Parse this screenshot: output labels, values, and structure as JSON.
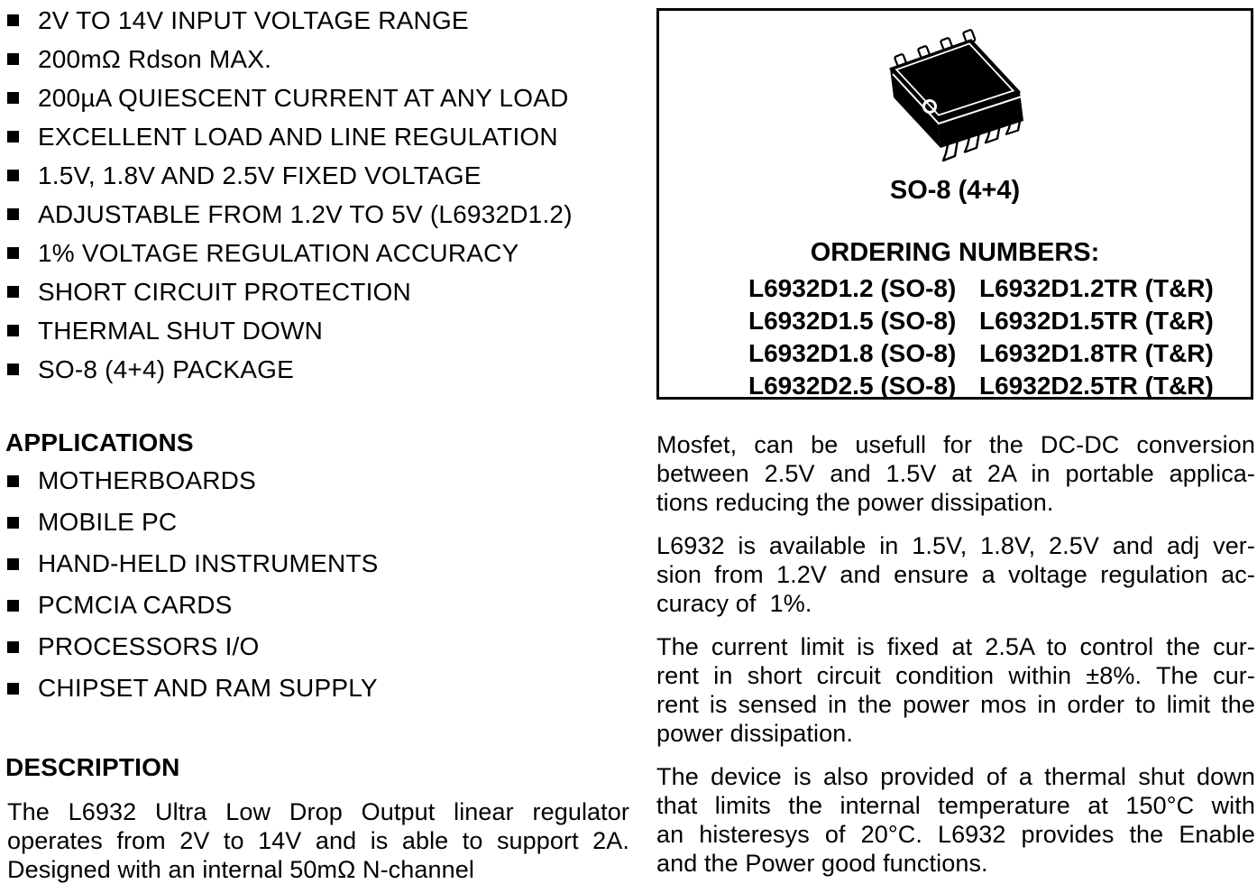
{
  "features": {
    "items": [
      "2V TO 14V INPUT VOLTAGE RANGE",
      "200mΩ Rdson MAX.",
      "200µA QUIESCENT CURRENT AT ANY LOAD",
      "EXCELLENT LOAD AND LINE REGULATION",
      "1.5V, 1.8V AND 2.5V FIXED VOLTAGE",
      "ADJUSTABLE FROM 1.2V TO 5V (L6932D1.2)",
      "1% VOLTAGE REGULATION ACCURACY",
      "SHORT CIRCUIT PROTECTION",
      "THERMAL SHUT DOWN",
      "SO-8 (4+4) PACKAGE"
    ]
  },
  "applications": {
    "heading": "APPLICATIONS",
    "items": [
      "MOTHERBOARDS",
      "MOBILE PC",
      "HAND-HELD INSTRUMENTS",
      "PCMCIA CARDS",
      "PROCESSORS I/O",
      "CHIPSET AND RAM SUPPLY"
    ]
  },
  "description": {
    "heading": "DESCRIPTION",
    "lines": [
      "The L6932 Ultra Low Drop Output linear regulator",
      "operates from 2V to 14V and is able to support 2A.",
      "Designed with an internal 50mΩ N-channel"
    ]
  },
  "package_box": {
    "package_label": "SO-8 (4+4)",
    "ordering_title": "ORDERING NUMBERS:",
    "rows": [
      {
        "left": "L6932D1.2 (SO-8)",
        "right": "L6932D1.2TR (T&R)"
      },
      {
        "left": "L6932D1.5 (SO-8)",
        "right": "L6932D1.5TR (T&R)"
      },
      {
        "left": "L6932D1.8 (SO-8)",
        "right": "L6932D1.8TR (T&R)"
      },
      {
        "left": "L6932D2.5 (SO-8)",
        "right": "L6932D2.5TR (T&R)"
      }
    ]
  },
  "body_text": {
    "paragraphs": [
      {
        "lines": [
          "Mosfet, can be usefull for the DC-DC conversion",
          "between 2.5V and 1.5V at 2A in portable applica-",
          "tions reducing the power dissipation."
        ]
      },
      {
        "lines": [
          "L6932 is available in 1.5V, 1.8V, 2.5V and adj ver-",
          "sion from 1.2V and ensure a voltage regulation ac-",
          "curacy of  1%."
        ]
      },
      {
        "lines": [
          "The current limit is fixed at 2.5A to control the cur-",
          "rent in short circuit condition within ±8%. The cur-",
          "rent is sensed in the power mos in order to limit the",
          "power dissipation."
        ]
      },
      {
        "lines": [
          "The device is also provided of a thermal shut down",
          "that limits the internal temperature at 150°C with",
          "an histeresys of 20°C. L6932 provides the Enable",
          "and the Power good functions."
        ]
      }
    ]
  },
  "icons": {
    "bullet": "black-square-bullet",
    "package": "so8-chip-3d-drawing"
  },
  "colors": {
    "ink": "#000000",
    "paper": "#ffffff"
  }
}
